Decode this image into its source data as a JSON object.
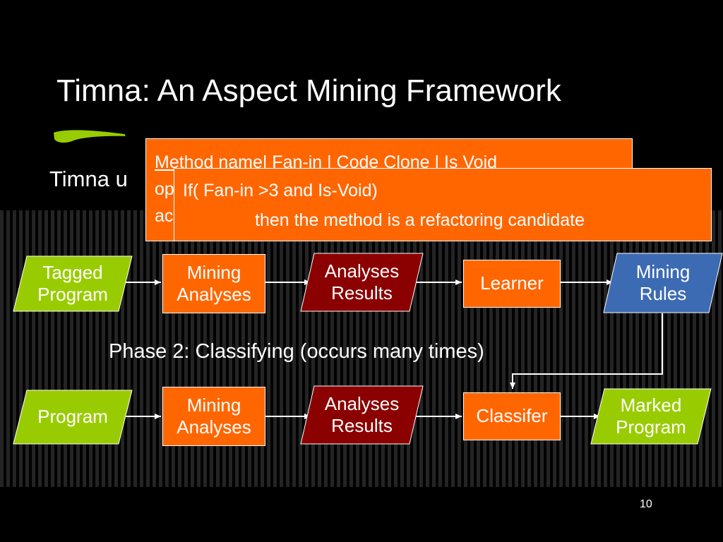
{
  "slide": {
    "title": "Timna: An Aspect Mining Framework",
    "subtext_visible": "Timna u",
    "phase2_label": "Phase 2: Classifying (occurs many times)",
    "page_number": "10"
  },
  "popup_back": {
    "line1": "Method name| Fan-in | Code Clone | Is Void",
    "line2_fragment": "op",
    "line3_fragment": "ac"
  },
  "popup_front": {
    "line1": "If( Fan-in >3 and Is-Void)",
    "line2": "then the method is a refactoring candidate"
  },
  "row1": {
    "tagged_program": [
      "Tagged",
      "Program"
    ],
    "mining_analyses": [
      "Mining",
      "Analyses"
    ],
    "analyses_results": [
      "Analyses",
      "Results"
    ],
    "learner": "Learner",
    "mining_rules": [
      "Mining",
      "Rules"
    ]
  },
  "row2": {
    "program": "Program",
    "mining_analyses": [
      "Mining",
      "Analyses"
    ],
    "analyses_results": [
      "Analyses",
      "Results"
    ],
    "classifier": "Classifer",
    "marked_program": [
      "Marked",
      "Program"
    ]
  },
  "colors": {
    "background": "#000000",
    "orange": "#ff6600",
    "green": "#99cc00",
    "darkred": "#8b0000",
    "blue": "#3d6bb3",
    "brush": "#99cc00"
  }
}
